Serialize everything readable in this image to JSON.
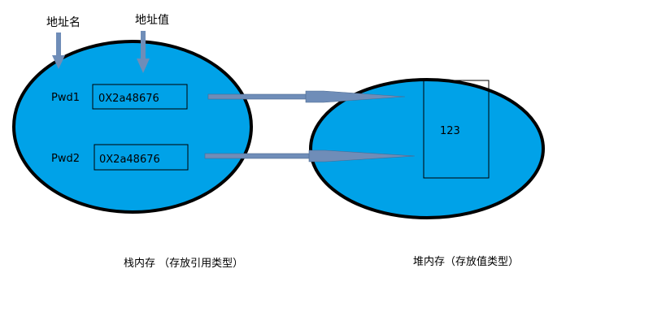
{
  "annotations": {
    "address_name": "地址名",
    "address_value": "地址值"
  },
  "stack": {
    "rows": [
      {
        "name": "Pwd1",
        "address": "0X2a48676"
      },
      {
        "name": "Pwd2",
        "address": "0X2a48676"
      }
    ],
    "caption": "栈内存 （存放引用类型）"
  },
  "heap": {
    "value": "123",
    "caption": "堆内存（存放值类型）"
  },
  "colors": {
    "ellipse_fill": "#00a2e8",
    "ellipse_stroke": "#000000",
    "arrow_fill": "#6f8db8",
    "box_stroke": "#000000"
  }
}
